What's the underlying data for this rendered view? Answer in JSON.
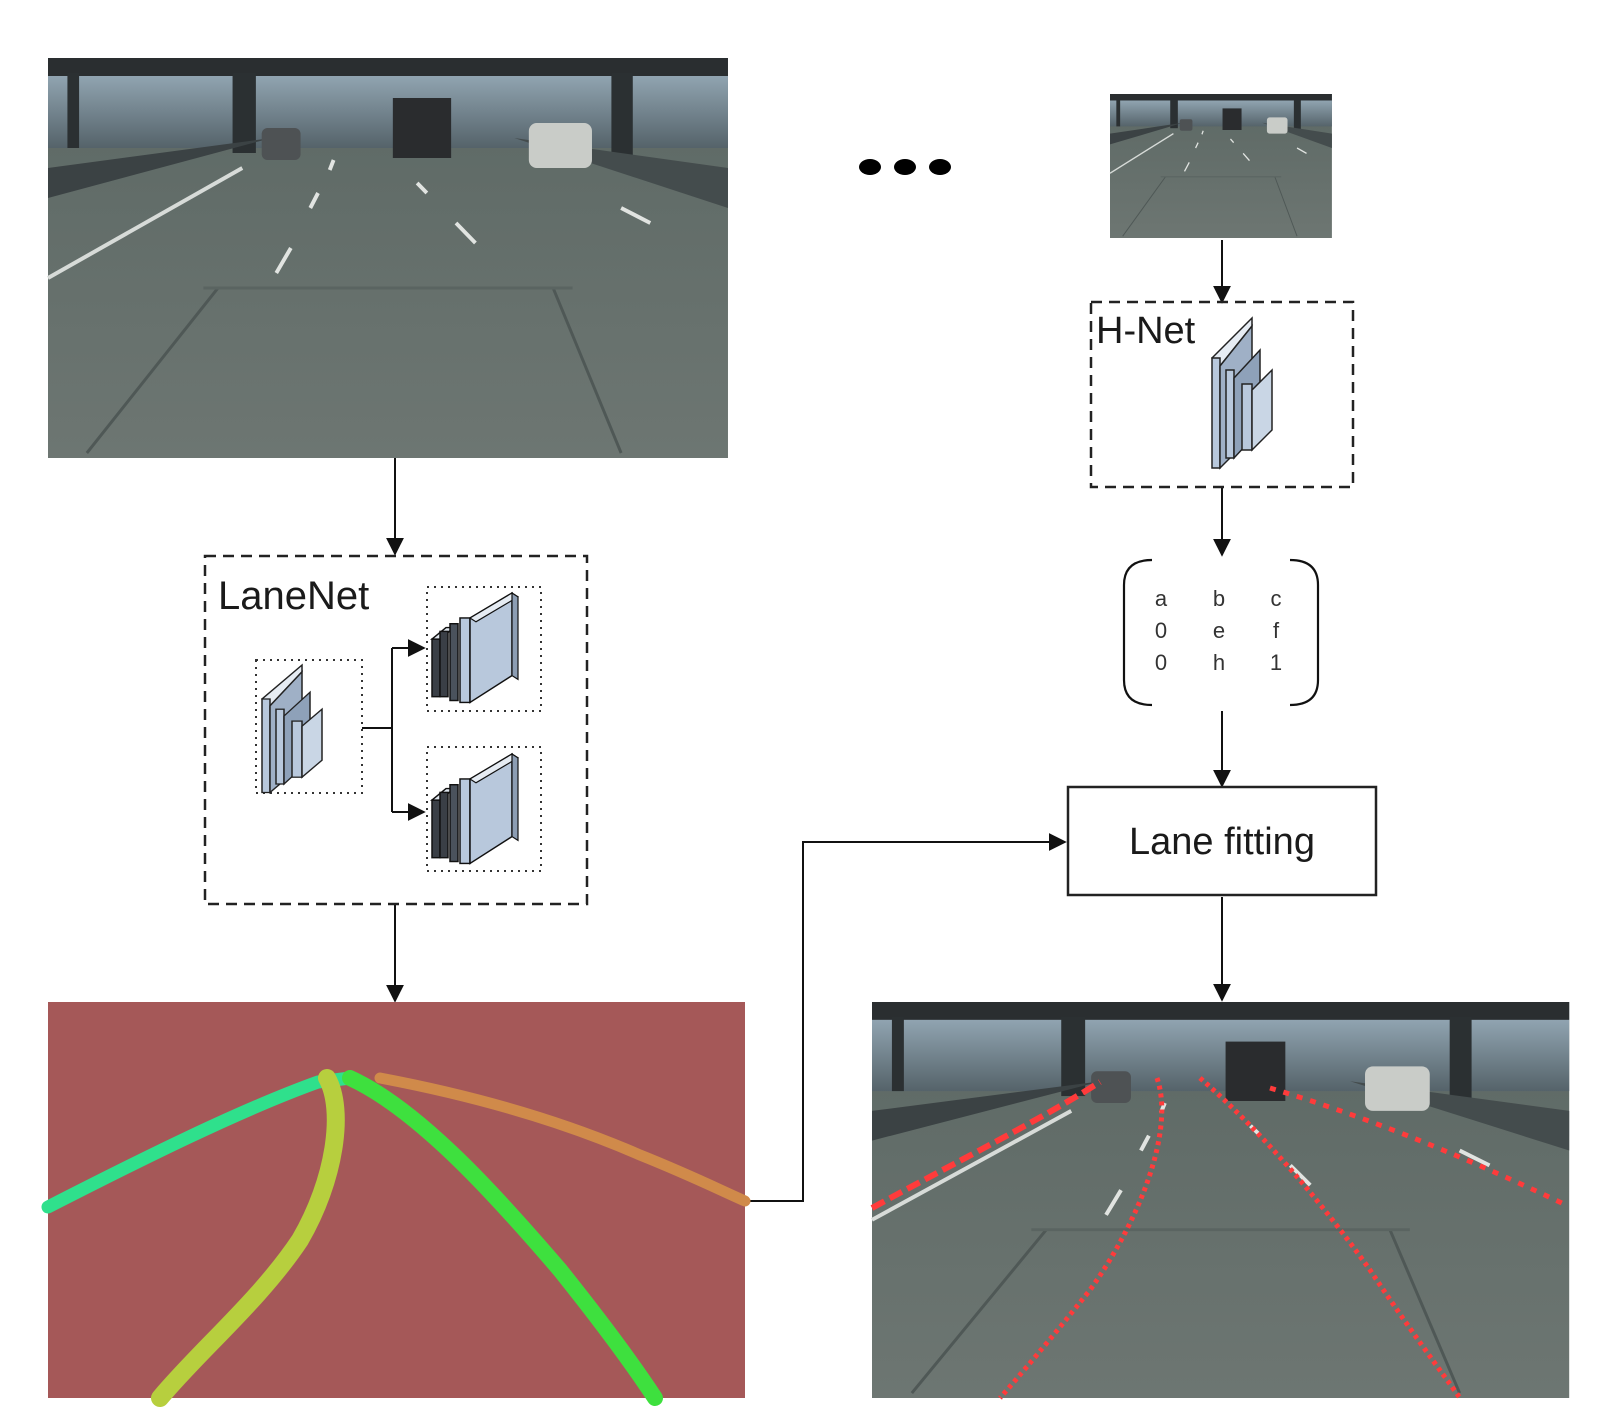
{
  "modules": {
    "lanenet_label": "LaneNet",
    "hnet_label": "H-Net",
    "lane_fitting_label": "Lane fitting"
  },
  "matrix": [
    [
      "a",
      "b",
      "c"
    ],
    [
      "0",
      "e",
      "f"
    ],
    [
      "0",
      "h",
      "1"
    ]
  ],
  "colors": {
    "segmentation_background": "#a55858",
    "lane_cyan": "#2fe08c",
    "lane_yellow": "#b7cf3e",
    "lane_green": "#3ee03e",
    "lane_orange": "#d08a4a",
    "fitted_lane": "#ff3b3b",
    "layer_block": "#b8c8dc"
  },
  "icons": [
    "continuation-dots-icon",
    "network-layers-icon",
    "arrow-icon"
  ]
}
